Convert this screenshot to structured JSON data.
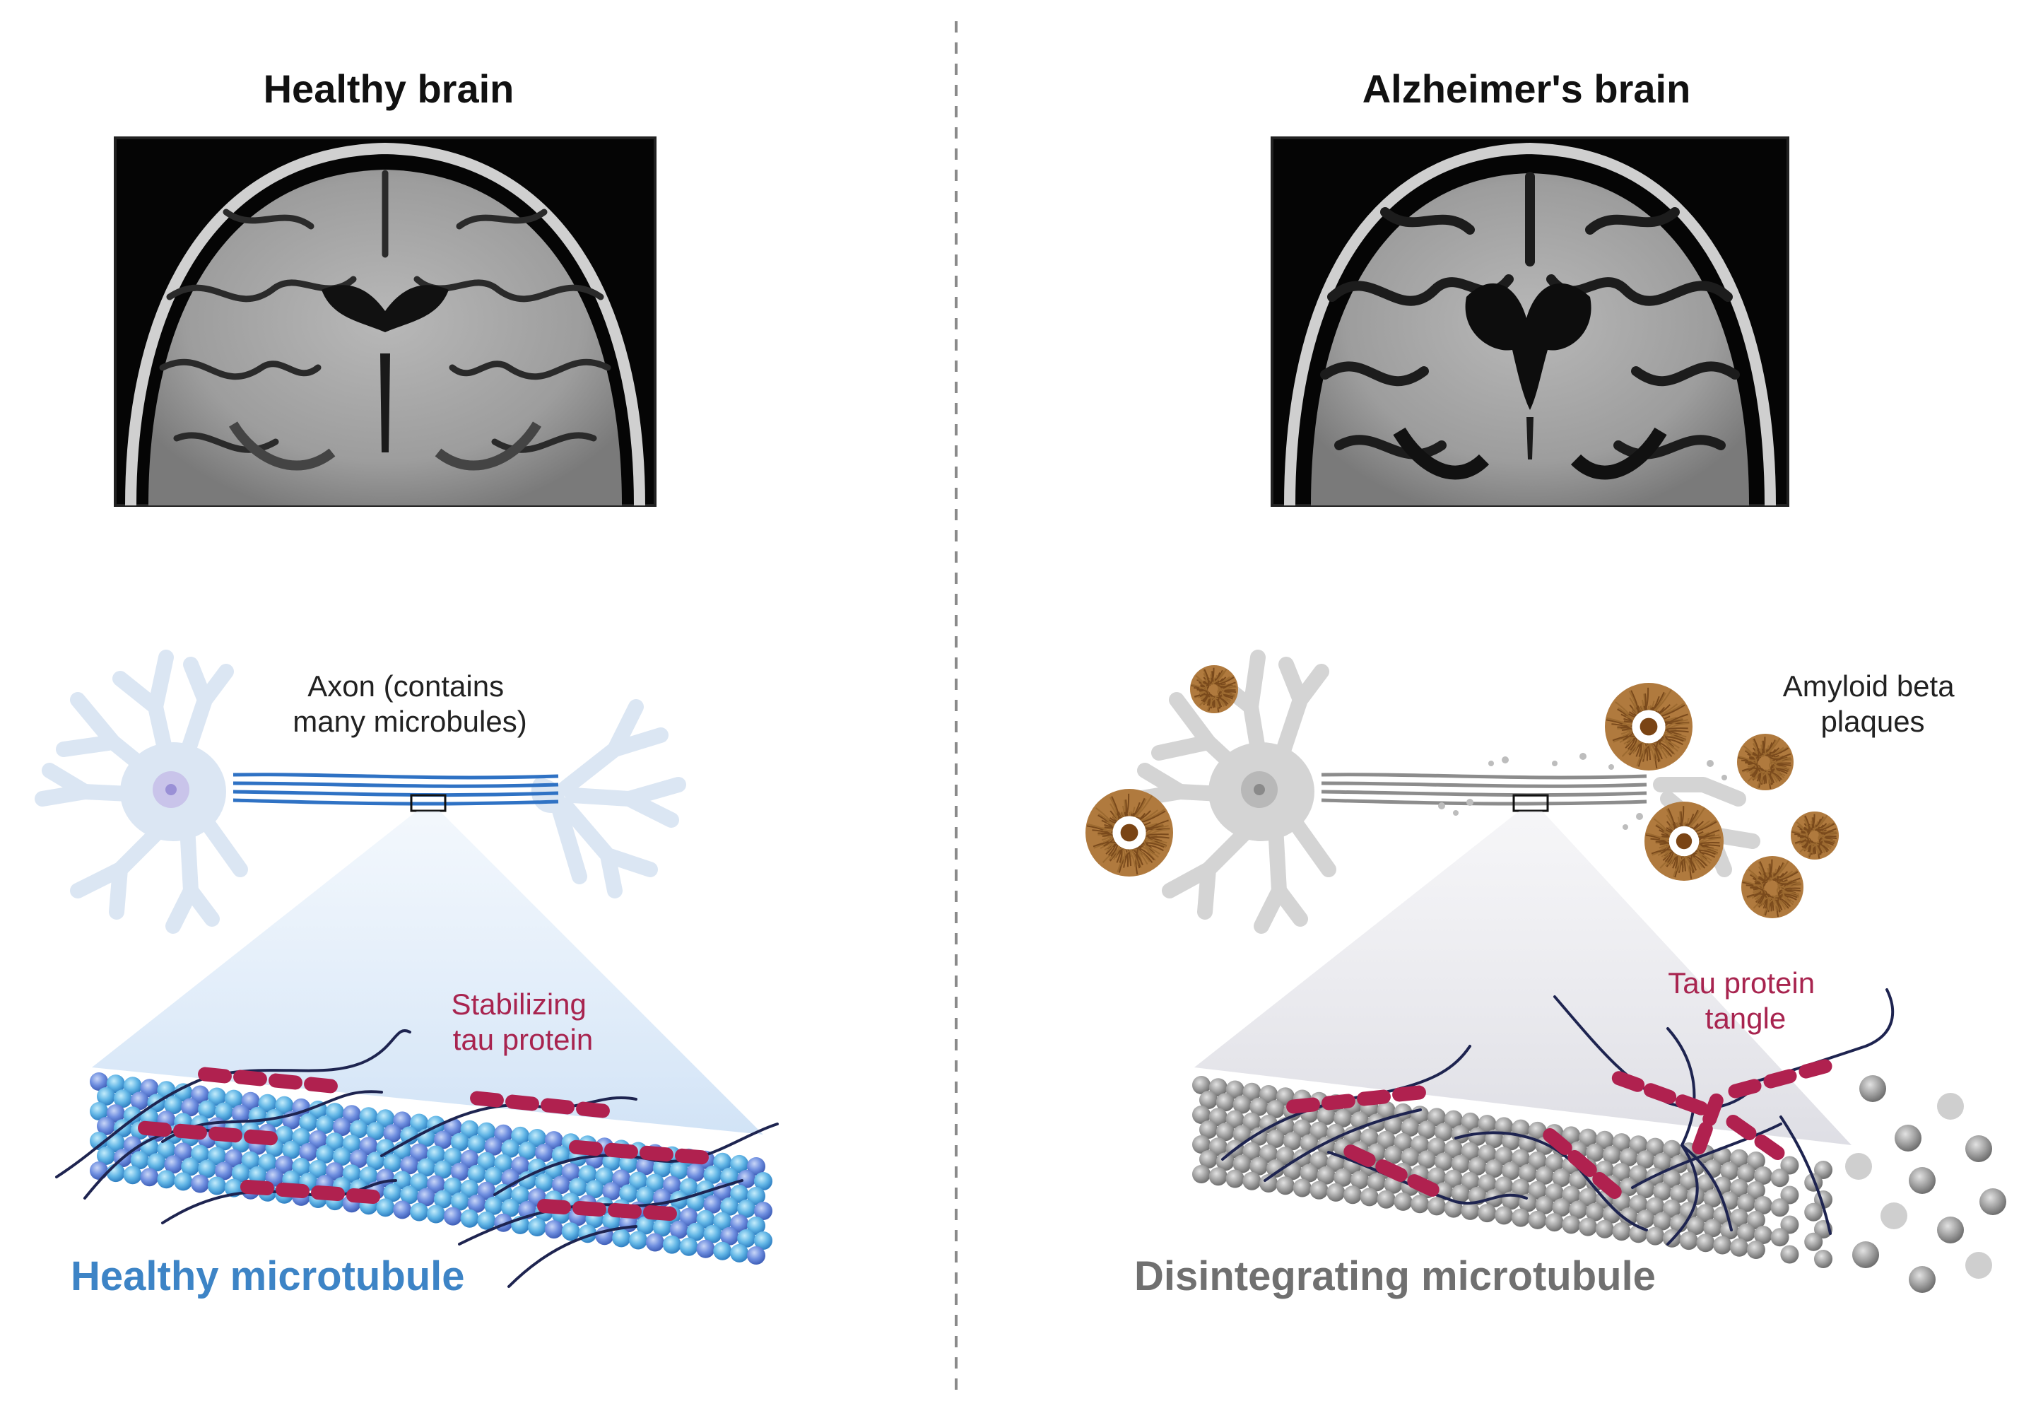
{
  "left_panel": {
    "title": "Healthy brain",
    "axon_label_line1": "Axon (contains",
    "axon_label_line2": "many microbules)",
    "tau_label_line1": "Stabilizing",
    "tau_label_line2": "tau protein",
    "microtubule_label": "Healthy microtubule"
  },
  "right_panel": {
    "title": "Alzheimer's brain",
    "plaque_label_line1": "Amyloid beta",
    "plaque_label_line2": "plaques",
    "tangle_label_line1": "Tau protein",
    "tangle_label_line2": "tangle",
    "microtubule_label": "Disintegrating microtubule"
  },
  "colors": {
    "healthy_blue": "#3d84c6",
    "tubulin_light": "#6fc4ea",
    "tubulin_mid": "#4d8fd8",
    "tau_red": "#b0214f",
    "tau_strand": "#1e2450",
    "neuron_healthy": "#dbe6f3",
    "neuron_disease": "#d4d4d4",
    "plaque_brown": "#8a5a2b",
    "disintegrating_gray": "#707070",
    "divider": "#888888"
  }
}
